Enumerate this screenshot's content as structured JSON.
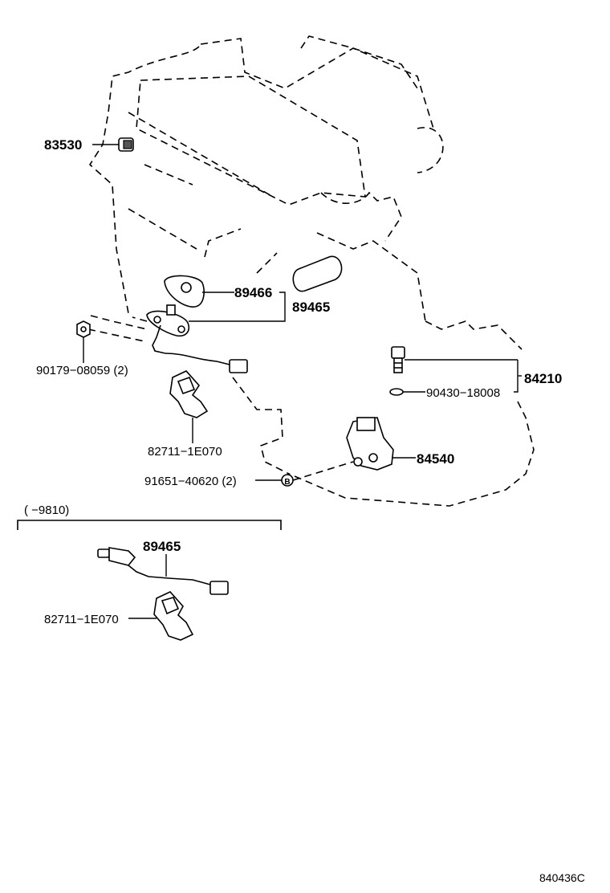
{
  "parts": {
    "p83530": "83530",
    "p89466": "89466",
    "p89465_top": "89465",
    "p90179": "90179−08059 (2)",
    "p84210": "84210",
    "p90430": "90430−18008",
    "p82711_top": "82711−1E070",
    "p84540": "84540",
    "p91651": "91651−40620 (2)",
    "marker_b": "B"
  },
  "variant": {
    "range": "(       −9810)",
    "p89465": "89465",
    "p82711": "82711−1E070"
  },
  "figure_code": "840436C"
}
